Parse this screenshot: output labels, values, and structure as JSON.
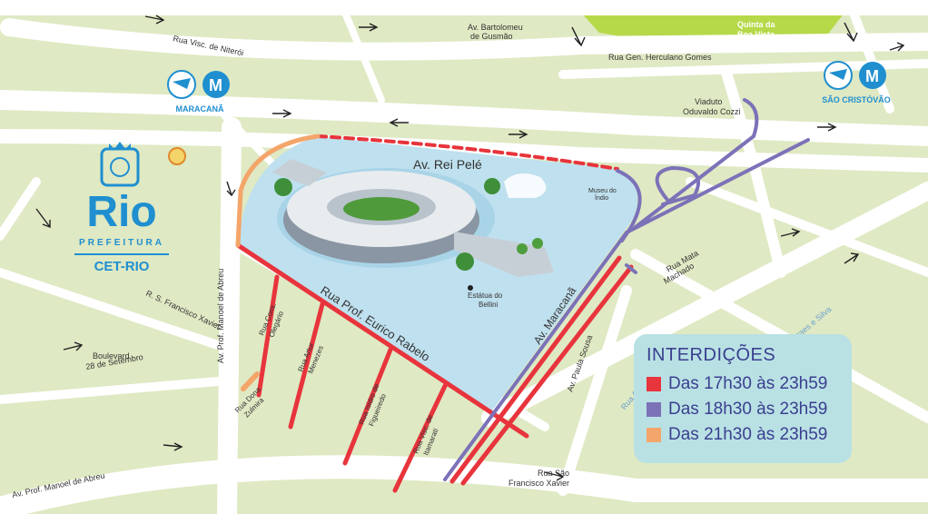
{
  "streets": {
    "visc_niteroi": "Rua Visc. de Niterói",
    "bartolomeu_1": "Av. Bartolomeu",
    "bartolomeu_2": "de Gusmão",
    "quinta_1": "Quinta da",
    "quinta_2": "Boa Vista",
    "herculano": "Rua Gen. Herculano Gomes",
    "viaduto_1": "Viaduto",
    "viaduto_2": "Oduvaldo Cozzi",
    "rei_pele": "Av. Rei Pelé",
    "museu_1": "Museu do",
    "museu_2": "Índio",
    "eurico": "Rua Prof. Eurico Rabelo",
    "maracana_av": "Av. Maracanã",
    "estatua_1": "Estátua do",
    "estatua_2": "Bellini",
    "mata_1": "Rua Mata",
    "mata_2": "Machado",
    "moraes": "Rua Moraes e Silva",
    "paula_sousa": "Av. Paula Sousa",
    "gen_canabarro": "Rua Gen. Canabarro",
    "manoel_vert": "Av. Prof. Manoel de Abreu",
    "francisco_xavier": "R. S. Francisco Xavier",
    "boulevard_1": "Boulevard",
    "boulevard_2": "28 de Setembro",
    "cons_olegario_1": "Rua Cons.",
    "cons_olegario_2": "Olegário",
    "artur_1": "Rua Artur",
    "artur_2": "Menezes",
    "isidro_1": "Rua Isidro de",
    "isidro_2": "Figueiredo",
    "itamarati_1": "Rua Visc. de",
    "itamarati_2": "Itamarati",
    "dona_zulmira_1": "Rua Dona",
    "dona_zulmira_2": "Zulmira",
    "manoel_bottom": "Av. Prof. Manoel de Abreu",
    "sao_fx_1": "Rua São",
    "sao_fx_2": "Francisco Xavier"
  },
  "stations": {
    "maracana": "MARACANÃ",
    "sao_cristovao": "SÃO CRISTÓVÃO"
  },
  "branding": {
    "city": "Rio",
    "prefeitura": "PREFEITURA",
    "agency": "CET-RIO"
  },
  "legend": {
    "title": "INTERDIÇÕES",
    "items": [
      {
        "label": "Das 17h30 às 23h59",
        "color": "#e8343c"
      },
      {
        "label": "Das 18h30 às 23h59",
        "color": "#7b72b8"
      },
      {
        "label": "Das 21h30 às 23h59",
        "color": "#f4a56a"
      }
    ]
  },
  "colors": {
    "land": "#dfe9c3",
    "road": "#ffffff",
    "park": "#b6d94a",
    "venue": "#bfe0ee",
    "red": "#e8343c",
    "purple": "#7b72b8",
    "orange": "#f4a56a"
  }
}
